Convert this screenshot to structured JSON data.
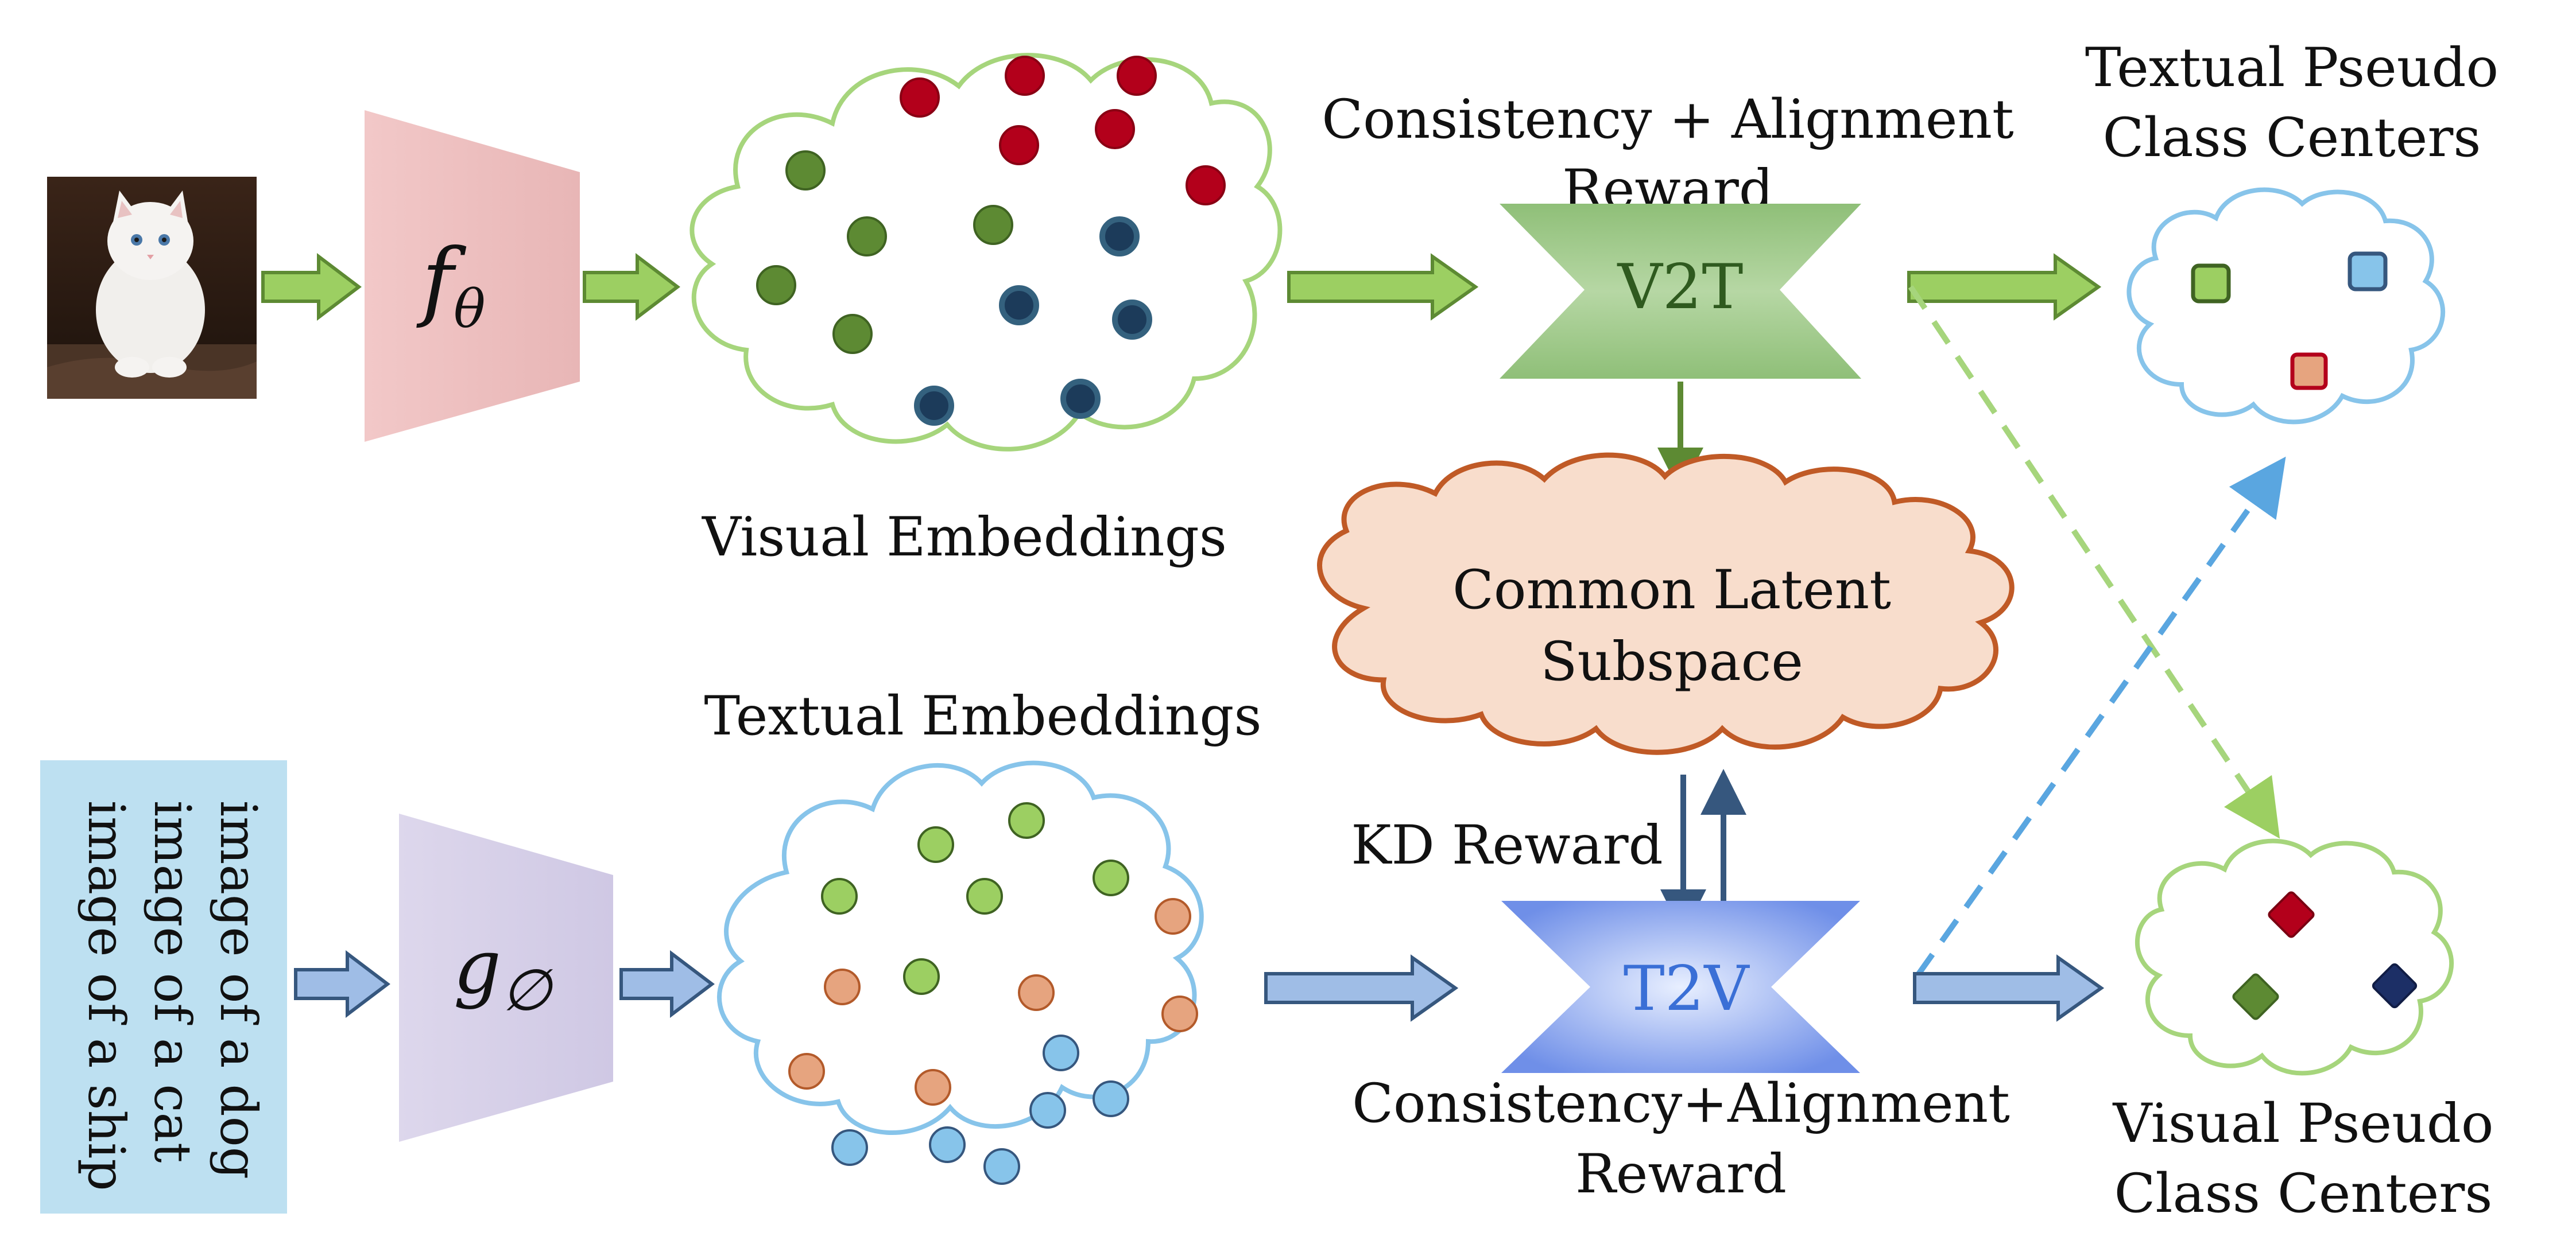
{
  "labels": {
    "visual_embeddings": "Visual Embeddings",
    "textual_embeddings": "Textual Embeddings",
    "top_reward_line1": "Consistency + Alignment",
    "top_reward_line2": "Reward",
    "textual_centers_line1": "Textual Pseudo",
    "textual_centers_line2": "Class Centers",
    "visual_centers_line1": "Visual Pseudo",
    "visual_centers_line2": "Class Centers",
    "common_line1": "Common Latent",
    "common_line2": "Subspace",
    "kd_reward": "KD Reward",
    "bottom_reward_line1": "Consistency+Alignment",
    "bottom_reward_line2": "Reward"
  },
  "modules": {
    "visual_encoder": "f",
    "visual_encoder_sub": "θ",
    "text_encoder": "g",
    "text_encoder_sub": "∅",
    "v2t": "V2T",
    "t2v": "T2V"
  },
  "prompts": [
    "image of a dog",
    "image of a cat",
    "image of a ship"
  ],
  "colors": {
    "green": "#9ccf62",
    "green_dark": "#5d8a33",
    "blue_light": "#87c4ea",
    "blue_arrow": "#9fbde6",
    "blue_dark": "#36577e",
    "red": "#b3001b",
    "navy": "#1c3b5a",
    "orange": "#e6a47f",
    "cloud_fill": "#f8ddcc",
    "cloud_stroke": "#c05a26"
  }
}
